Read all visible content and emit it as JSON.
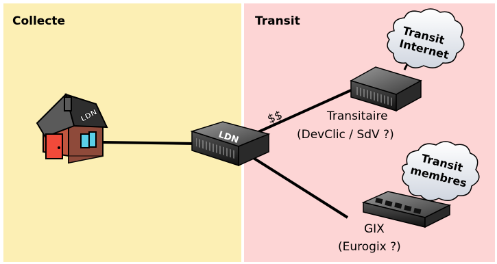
{
  "zones": {
    "left_title": "Collecte",
    "right_title": "Transit",
    "left_color": "#fcefb4",
    "right_color": "#fdd5d5"
  },
  "nodes": {
    "house_roof_label": "LDN",
    "router_label": "LDN",
    "transit_cost": "$$",
    "transit_line1": "Transitaire",
    "transit_line2": "(DevClic / SdV ?)",
    "gix_line1": "GIX",
    "gix_line2": "(Eurogix ?)"
  },
  "clouds": {
    "internet_line1": "Transit",
    "internet_line2": "Internet",
    "members_line1": "Transit",
    "members_line2": "membres"
  }
}
